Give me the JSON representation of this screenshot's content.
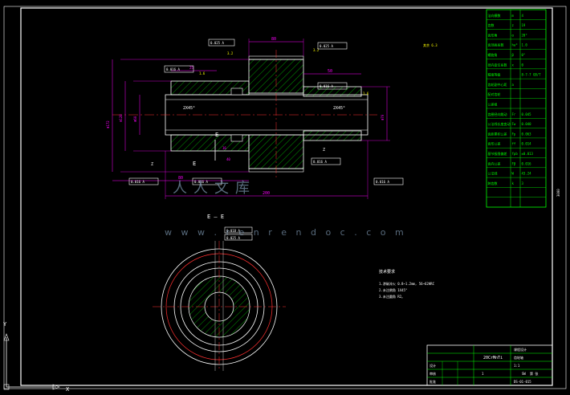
{
  "drawing": {
    "dimensions": {
      "overall_length": "200",
      "hub_length": "80",
      "left_shoulder": "80",
      "right_step": "50",
      "left_hub_width": "25",
      "bore_chamfer_left": "2X45°",
      "bore_chamfer_right": "2X45°",
      "dia_outer": "Φ172",
      "dia_left": "Φ128",
      "dia_bore": "Φ60",
      "dia_right": "Φ70",
      "keyway_b": "16",
      "keyway_c": "40"
    },
    "tolerance_frames": {
      "top_left": "0.025 A",
      "top_mid": "0.025 A",
      "left_side": "0.016 A",
      "right_side": "0.016 A",
      "bottom_left": "0.016 A",
      "bottom_mid": "0.016 A",
      "bottom_right": "0.016 A",
      "bottom_far": "0.016 A",
      "section_1": "0.018 A",
      "section_2": "0.025 A"
    },
    "roughness": {
      "top1": "1.6",
      "top2": "3.2",
      "right": "1.6",
      "bottom": "3.2",
      "corner": "6.3"
    },
    "section_label": "E — E",
    "section_marker_left": "E",
    "datum_left": "Z",
    "datum_right": "Z",
    "roughness_note": "其余 6.3",
    "tech_requirements": {
      "title": "技术要求",
      "items": [
        "1.渗碳淬火 0.8~1.2mm, 56~62HRC",
        "2.未注倒角 1X45°",
        "3.未注圆角 R2。"
      ]
    },
    "dim_vertical_label": "3000"
  },
  "param_table": {
    "rows": [
      [
        "法向模数",
        "m",
        "4"
      ],
      [
        "齿数",
        "z",
        "19"
      ],
      [
        "齿形角",
        "α",
        "20°"
      ],
      [
        "齿顶高系数",
        "ha*",
        "1.0"
      ],
      [
        "螺旋角",
        "β",
        "0°"
      ],
      [
        "径向变位系数",
        "x",
        "0"
      ],
      [
        "精度等级",
        "",
        "8-7-7 GB/T"
      ],
      [
        "齿轮副中心距",
        "a",
        ""
      ],
      [
        "配对齿轮",
        "",
        ""
      ],
      [
        "公差组",
        "",
        ""
      ],
      [
        "齿圈径向跳动",
        "Fr",
        "0.045"
      ],
      [
        "公法线长度变动",
        "Fw",
        "0.040"
      ],
      [
        "齿距累积公差",
        "Fp",
        "0.063"
      ],
      [
        "齿形公差",
        "ff",
        "0.014"
      ],
      [
        "基节极限偏差",
        "fpb",
        "±0.013"
      ],
      [
        "齿向公差",
        "Fβ",
        "0.016"
      ],
      [
        "公法线",
        "W",
        "43.24"
      ],
      [
        "跨齿数",
        "k",
        "3"
      ],
      [
        "",
        "",
        ""
      ],
      [
        "",
        "",
        ""
      ]
    ]
  },
  "title_block": {
    "part_name": "齿轮轴",
    "scale": "1:1",
    "sheet": "第 张",
    "material": "20CrMnTi",
    "drawing_no": "DS-01-015",
    "designer": "设计",
    "checker": "审核",
    "approver": "批准",
    "school": "课程设计",
    "weight": "",
    "count": "1",
    "doc_type": "SW"
  },
  "watermark": {
    "cn": "人人文库",
    "url": "w w w . r e n r e n d o c . c o m"
  },
  "colors": {
    "frame": "#00ff00",
    "outline": "#ffffff",
    "center": "#ff3030",
    "dim": "#ff00ff",
    "hatch": "#00ff00",
    "fill_band": "#ffff00",
    "cyan": "#00ffff",
    "watermark": "#9fc0e0"
  },
  "axis": {
    "x_label": "X",
    "y_label": "Y"
  }
}
